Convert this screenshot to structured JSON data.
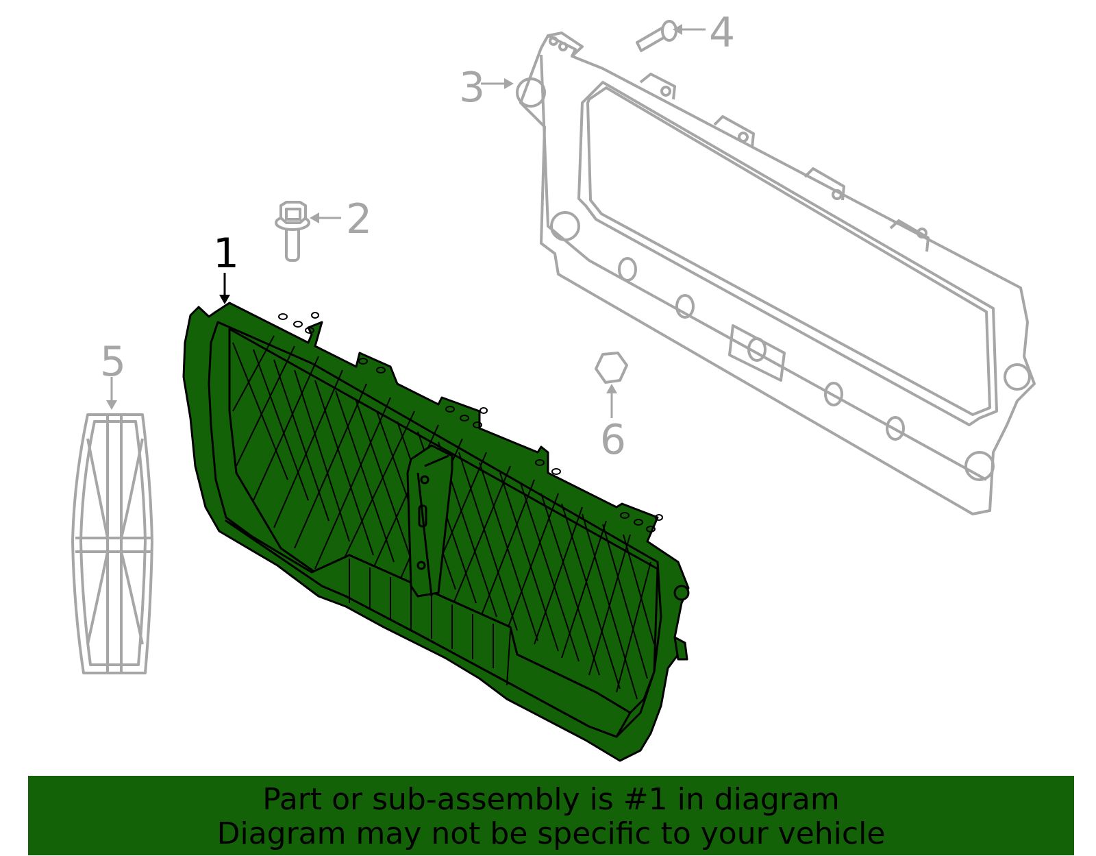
{
  "diagram": {
    "highlight_color": "#136207",
    "line_color_highlight": "#000000",
    "line_color_other": "#a6a6a6",
    "callouts": [
      {
        "id": "1",
        "label": "1",
        "part": "grille-assembly",
        "highlighted": true
      },
      {
        "id": "2",
        "label": "2",
        "part": "bolt-icon"
      },
      {
        "id": "3",
        "label": "3",
        "part": "mounting-panel"
      },
      {
        "id": "4",
        "label": "4",
        "part": "screw-icon"
      },
      {
        "id": "5",
        "label": "5",
        "part": "emblem"
      },
      {
        "id": "6",
        "label": "6",
        "part": "nut-icon"
      }
    ]
  },
  "banner": {
    "line1": "Part or sub-assembly is #1 in diagram",
    "line2": "Diagram may not be specific to your vehicle",
    "background": "#136207"
  }
}
